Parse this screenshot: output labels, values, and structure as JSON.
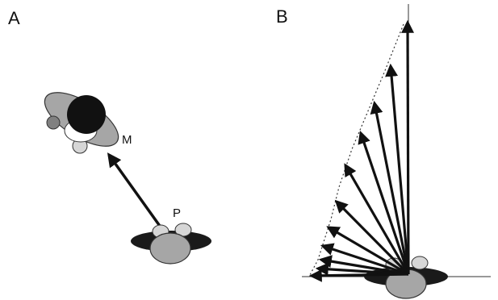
{
  "panels": [
    {
      "label": "A"
    },
    {
      "label": "B"
    }
  ],
  "labels": {
    "mother": "M",
    "pup": "P"
  },
  "colors": {
    "ink": "#111111",
    "mid_gray": "#a6a6a6",
    "light_gray": "#d6d6d6",
    "dark": "#1a1a1a"
  },
  "panel_b": {
    "vector_count": 11
  }
}
